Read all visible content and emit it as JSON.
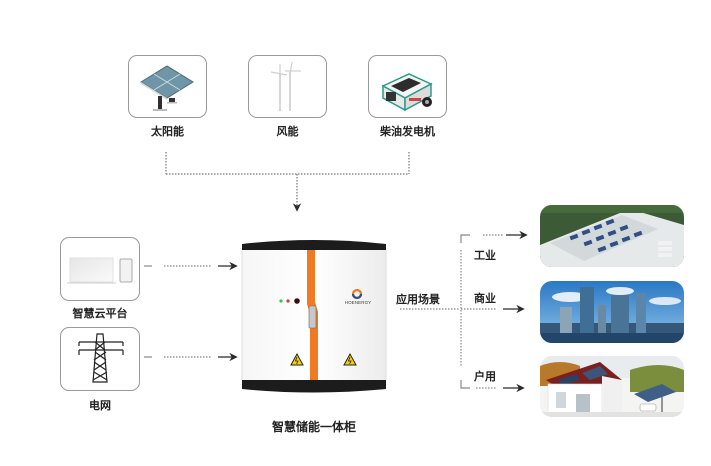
{
  "sources": {
    "top": [
      {
        "label": "太阳能",
        "icon": "solar-panel-icon"
      },
      {
        "label": "风能",
        "icon": "wind-turbine-icon"
      },
      {
        "label": "柴油发电机",
        "icon": "diesel-generator-icon"
      }
    ],
    "left": [
      {
        "label": "智慧云平台",
        "icon": "cloud-platform-devices-icon"
      },
      {
        "label": "电网",
        "icon": "power-tower-icon"
      }
    ]
  },
  "cabinet": {
    "label": "智慧储能一体柜",
    "brand": "HOENERGY",
    "accent_color": "#f07a22"
  },
  "applications": {
    "title": "应用场景",
    "items": [
      {
        "label": "工业",
        "image": "industrial-rooftop-solar-photo"
      },
      {
        "label": "商业",
        "image": "commercial-city-skyline-photo"
      },
      {
        "label": "户用",
        "image": "residential-house-solar-photo"
      }
    ]
  }
}
